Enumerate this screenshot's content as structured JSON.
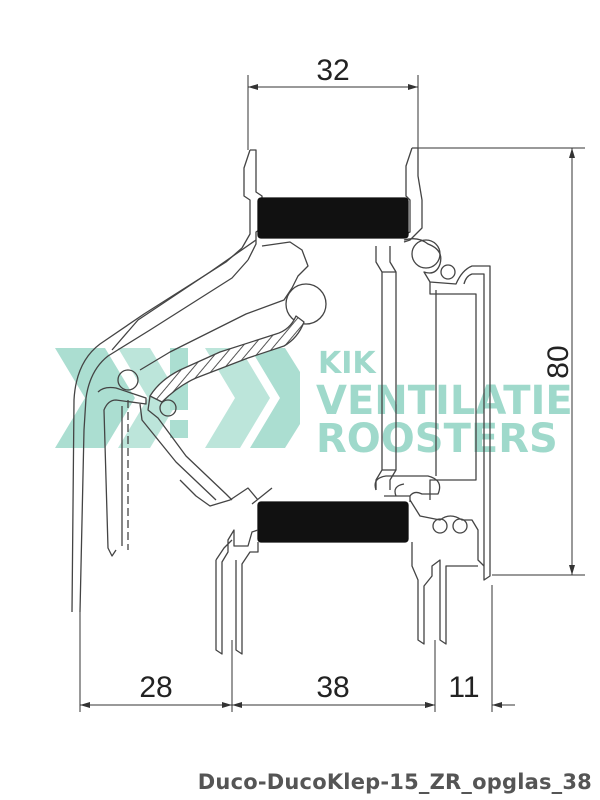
{
  "dimensions": {
    "top_width": "32",
    "height": "80",
    "bottom_left": "28",
    "bottom_middle": "38",
    "bottom_right": "11"
  },
  "watermark": {
    "line1": "KIK",
    "line2": "VENTILATIE",
    "line3": "ROOSTERS",
    "color": "#8fd3c2"
  },
  "caption": "Duco-DucoKlep-15_ZR_opglas_38",
  "colors": {
    "line": "#444444",
    "gasket": "#111111",
    "hatch": "#555555",
    "watermark": "#8fd3c2"
  }
}
